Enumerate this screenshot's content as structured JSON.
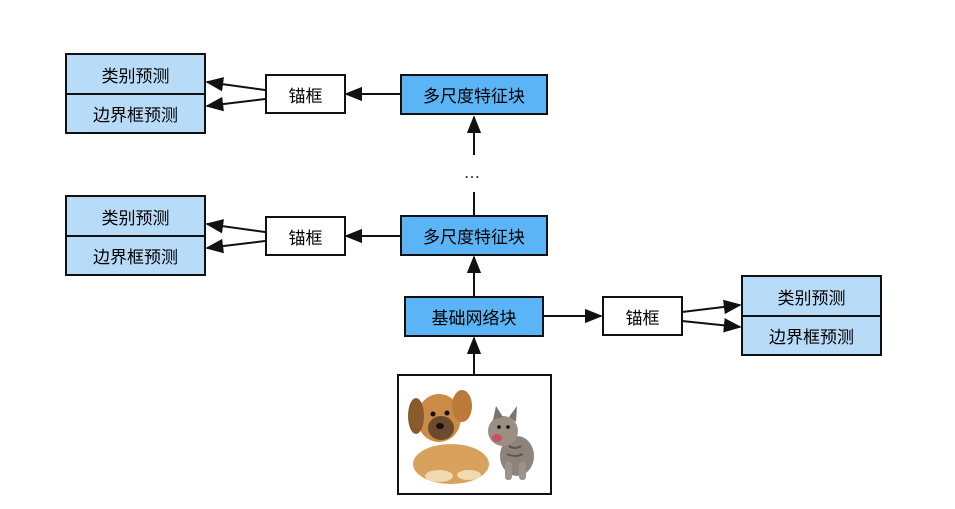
{
  "pred_class": "类别预测",
  "pred_bbox": "边界框预测",
  "anchor": "锚框",
  "multiscale": "多尺度特征块",
  "base": "基础网络块",
  "ellipsis": "…",
  "colors": {
    "dark_blue": "#5ab4f5",
    "light_blue": "#b8dcf8",
    "stroke": "#111111"
  },
  "input_image": "photo of a puppy and a kitten"
}
